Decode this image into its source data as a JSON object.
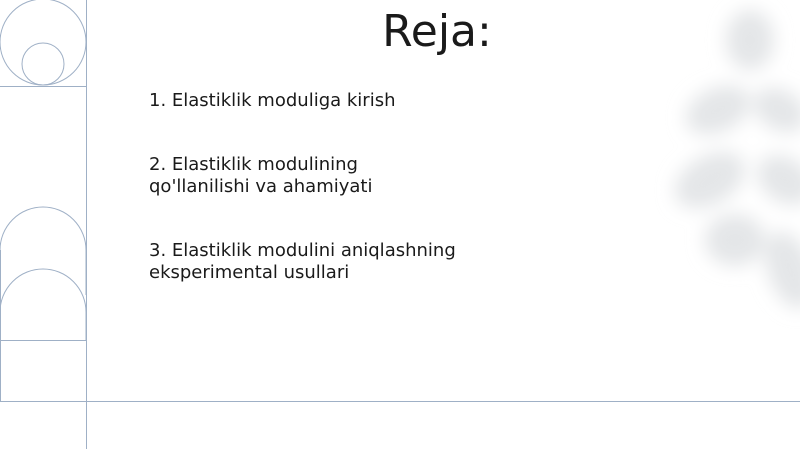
{
  "slide": {
    "title": "Reja:",
    "agenda": [
      {
        "text": "1. Elastiklik moduliga kirish"
      },
      {
        "text": "2. Elastiklik modulining\nqo'llanilishi va ahamiyati"
      },
      {
        "text": "3. Elastiklik modulini aniqlashning\neksperimental usullari"
      }
    ]
  },
  "colors": {
    "background": "#ffffff",
    "text": "#1a1a1a",
    "line_art": "#9fb0c6",
    "leaf_shadow": "#e4e6e8"
  },
  "decorations": {
    "line_art": "thin-outline-circles-arches-and-grid-lines",
    "watermark": "blurred-leaf-shadow"
  }
}
